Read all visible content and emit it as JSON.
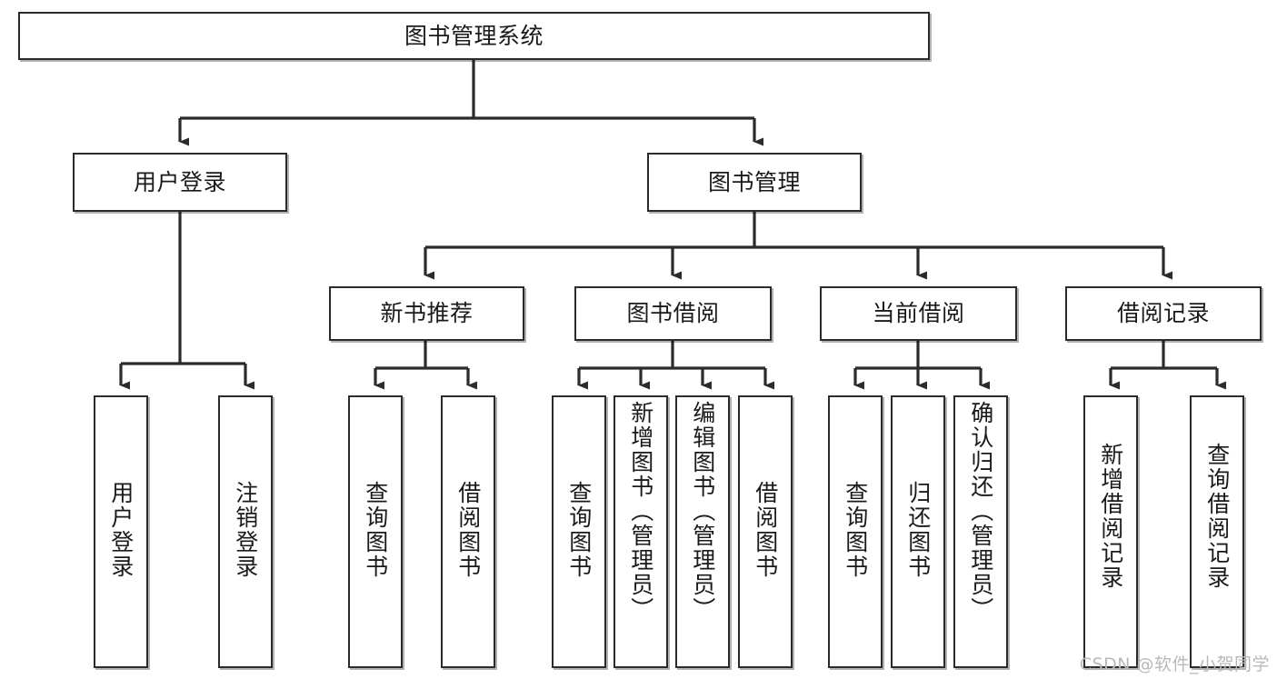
{
  "diagram": {
    "type": "tree-hierarchy-chart",
    "title": "图书管理系统",
    "watermark": "CSDN @软件_小贺同学",
    "colors": {
      "box_border": "#2b2b2b",
      "box_fill": "#ffffff",
      "connector": "#2b2b2b",
      "text": "#1a1a1a",
      "watermark": "#b9b9b9"
    },
    "levels": {
      "root": {
        "label": "图书管理系统"
      },
      "level2": [
        {
          "label": "用户登录"
        },
        {
          "label": "图书管理"
        }
      ],
      "level3": [
        {
          "label": "新书推荐"
        },
        {
          "label": "图书借阅"
        },
        {
          "label": "当前借阅"
        },
        {
          "label": "借阅记录"
        }
      ]
    },
    "leaves": {
      "user_login": [
        {
          "label": "用户登录"
        },
        {
          "label": "注销登录"
        }
      ],
      "new_book_recommend": [
        {
          "label": "查询图书"
        },
        {
          "label": "借阅图书"
        }
      ],
      "book_borrow": [
        {
          "label": "查询图书"
        },
        {
          "label": "新增图书（管理员）"
        },
        {
          "label": "编辑图书（管理员）"
        },
        {
          "label": "借阅图书"
        }
      ],
      "current_borrow": [
        {
          "label": "查询图书"
        },
        {
          "label": "归还图书"
        },
        {
          "label": "确认归还（管理员）"
        }
      ],
      "borrow_records": [
        {
          "label": "新增借阅记录"
        },
        {
          "label": "查询借阅记录"
        }
      ]
    }
  }
}
